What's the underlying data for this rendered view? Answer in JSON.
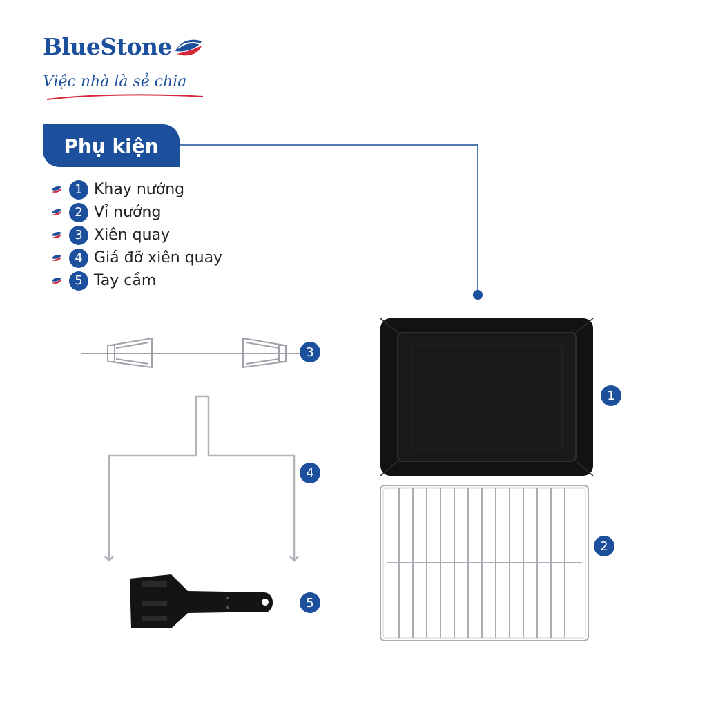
{
  "brand": {
    "name": "BlueStone",
    "slogan": "Việc nhà là sẻ chia"
  },
  "section_title": "Phụ kiện",
  "accessories": [
    {
      "num": "1",
      "label": "Khay nướng"
    },
    {
      "num": "2",
      "label": "Vỉ nướng"
    },
    {
      "num": "3",
      "label": "Xiên quay"
    },
    {
      "num": "4",
      "label": "Giá đỡ xiên quay"
    },
    {
      "num": "5",
      "label": "Tay cầm"
    }
  ],
  "callouts": {
    "tray": "1",
    "rack": "2",
    "skewer": "3",
    "holder": "4",
    "handle": "5"
  },
  "colors": {
    "brand_blue": "#1c4f9c",
    "brand_red": "#d6283a",
    "tray": "#111111",
    "metal": "#b9bcc1"
  }
}
